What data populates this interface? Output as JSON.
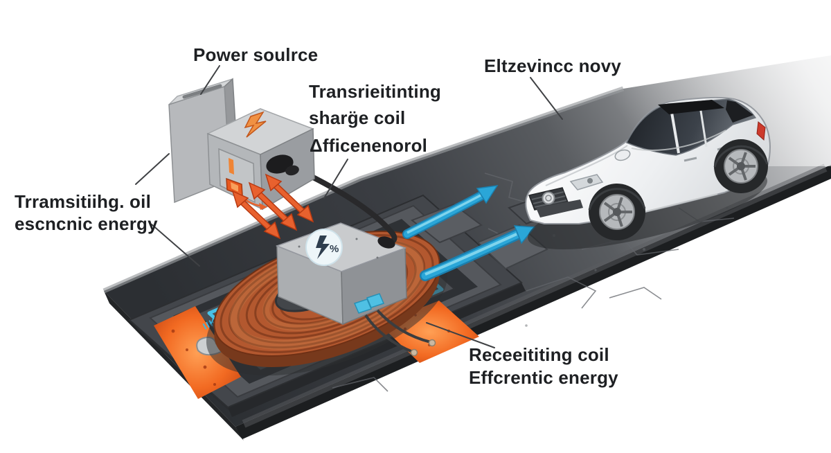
{
  "diagram": {
    "labels": {
      "power_source": "Power soulrce",
      "transmitting_coil_line1": "Transrieitinting",
      "transmitting_coil_line2": "sharg̈e coil",
      "efficiency": "Δfficenenorol",
      "electric_vehicle": "Eltzevincc novy",
      "transmitting_energy_line1": "Trramsitiihg. oil",
      "transmitting_energy_line2": "escncnic energy",
      "receiving_coil_line1": "Receeititing coil",
      "receiving_coil_line2": "Effcrentic energy"
    },
    "badge_text": "%",
    "pad_marking": "IIKJI",
    "colors": {
      "background": "#ffffff",
      "label_text": "#1e2023",
      "asphalt_dark": "#2f3236",
      "asphalt_light": "#cdced0",
      "coil_copper": "#b3582f",
      "energy_arrow_orange": "#e8612e",
      "field_arrow_blue": "#2aa6d8",
      "glow_orange": "#ff8a3a",
      "car_body": "#f5f6f7"
    }
  }
}
